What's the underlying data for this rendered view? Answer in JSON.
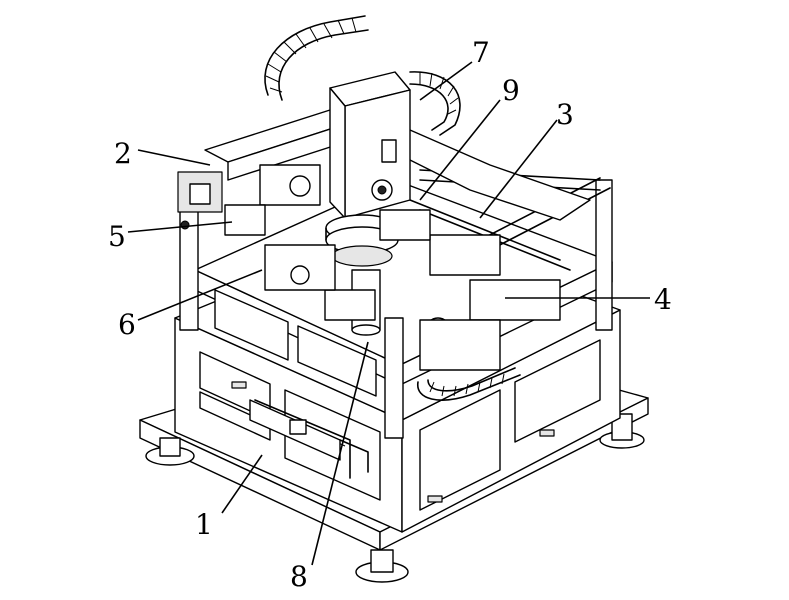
{
  "figure": {
    "callouts": [
      {
        "id": "1",
        "text": "1"
      },
      {
        "id": "2",
        "text": "2"
      },
      {
        "id": "3",
        "text": "3"
      },
      {
        "id": "4",
        "text": "4"
      },
      {
        "id": "5",
        "text": "5"
      },
      {
        "id": "6",
        "text": "6"
      },
      {
        "id": "7",
        "text": "7"
      },
      {
        "id": "8",
        "text": "8"
      },
      {
        "id": "9",
        "text": "9"
      }
    ]
  }
}
